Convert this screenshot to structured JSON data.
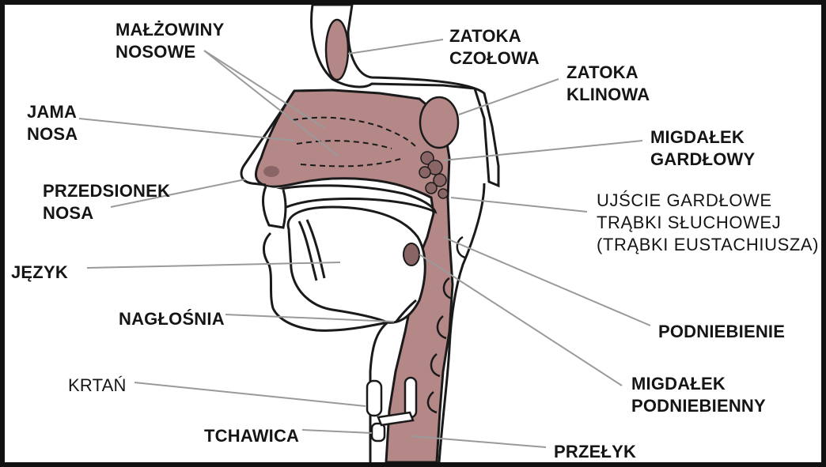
{
  "colors": {
    "tissue": "#b58888",
    "tissue_dark": "#8a6565",
    "outline": "#1a1a1a",
    "leader": "#9a9a9a",
    "frame": "#111111"
  },
  "labels": {
    "malzowiny": [
      "MAŁŻOWINY",
      "NOSOWE"
    ],
    "zatoka_czolowa": [
      "ZATOKA",
      "CZOŁOWA"
    ],
    "zatoka_klinowa": [
      "ZATOKA",
      "KLINOWA"
    ],
    "jama_nosa": [
      "JAMA",
      "NOSA"
    ],
    "migdalek_gardlowy": [
      "MIGDAŁEK",
      "GARDŁOWY"
    ],
    "przedsionek": [
      "PRZEDSIONEK",
      "NOSA"
    ],
    "ujscie": [
      "UJŚCIE GARDŁOWE",
      "TRĄBKI SŁUCHOWEJ",
      "(TRĄBKI EUSTACHIUSZA)"
    ],
    "jezyk": [
      "JĘZYK"
    ],
    "naglosnia": [
      "NAGŁOŚNIA"
    ],
    "podniebienie": [
      "PODNIEBIENIE"
    ],
    "migdalek_podniebienny": [
      "MIGDAŁEK",
      "PODNIEBIENNY"
    ],
    "krtan": [
      "KRTAŃ"
    ],
    "tchawica": [
      "TCHAWICA"
    ],
    "przelyk": [
      "PRZEŁYK"
    ]
  }
}
